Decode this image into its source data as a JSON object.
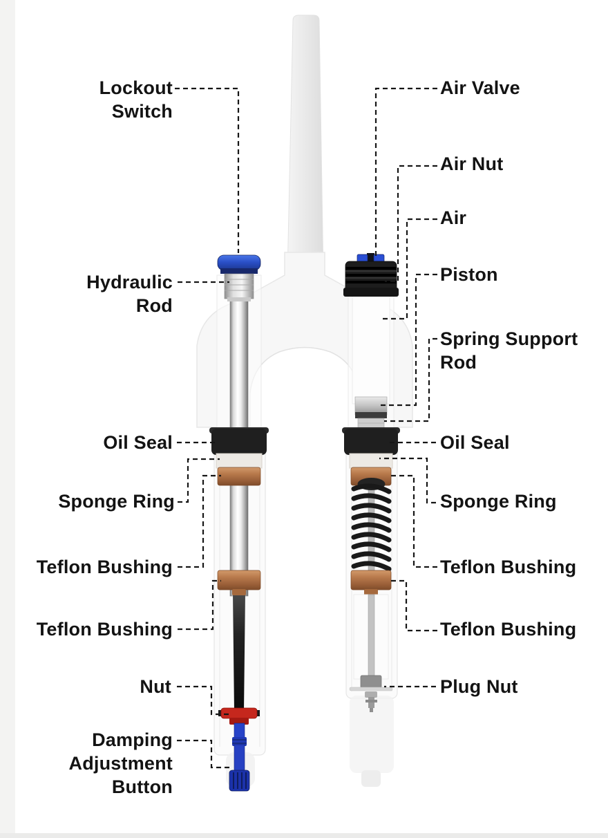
{
  "page": {
    "background": "#ffffff",
    "left_edge_strip": "#f3f3f2",
    "bottom_edge_strip": "#ebebea"
  },
  "diagram": {
    "subject": "Bicycle suspension fork cutaway with part callouts",
    "colors": {
      "label_text": "#131313",
      "leader_line": "#161616",
      "lockout_cap_blue": "#2B50C8",
      "air_valve_blue": "#2A4FD4",
      "oil_seal_black": "#1F1F1F",
      "teflon_bushing_copper": "#B5744A",
      "sponge_ring_white": "#EDEAE5",
      "spring_black": "#191919",
      "nut_red": "#C5271D",
      "damping_button_blue": "#1B32AA",
      "plug_nut_gray": "#8F8F8F",
      "chrome_rod_silver": "#C8C8C8",
      "fork_body_ghost": "#F7F7F7"
    }
  },
  "labels": {
    "left": [
      {
        "text": "Lockout Switch"
      },
      {
        "text": "Hydraulic Rod"
      },
      {
        "text": "Oil Seal"
      },
      {
        "text": "Sponge Ring"
      },
      {
        "text": "Teflon Bushing"
      },
      {
        "text": "Teflon Bushing"
      },
      {
        "text": "Nut"
      },
      {
        "text": "Damping Adjustment Button"
      }
    ],
    "right": [
      {
        "text": "Air Valve"
      },
      {
        "text": "Air Nut"
      },
      {
        "text": "Air"
      },
      {
        "text": "Piston"
      },
      {
        "text": "Spring Support Rod"
      },
      {
        "text": "Oil Seal"
      },
      {
        "text": "Sponge Ring"
      },
      {
        "text": "Teflon Bushing"
      },
      {
        "text": "Teflon Bushing"
      },
      {
        "text": "Plug Nut"
      }
    ]
  }
}
